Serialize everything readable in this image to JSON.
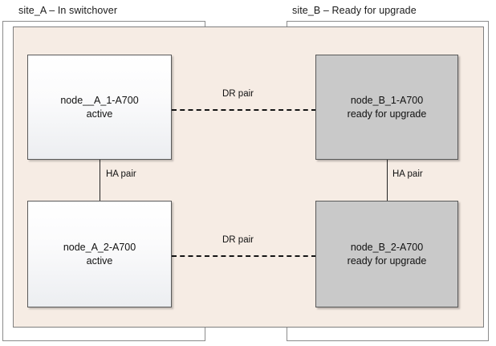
{
  "diagram": {
    "title_site_a": "site_A – In switchover",
    "title_site_b": "site_B – Ready for upgrade",
    "sites": [
      {
        "id": "site_A",
        "label": "site_A – In switchover",
        "nodes": [
          {
            "id": "node_a1",
            "name": "node__A_1-A700",
            "state": "active"
          },
          {
            "id": "node_a2",
            "name": "node_A_2-A700",
            "state": "active"
          }
        ],
        "ha_pair_label": "HA pair"
      },
      {
        "id": "site_B",
        "label": "site_B – Ready for upgrade",
        "nodes": [
          {
            "id": "node_b1",
            "name": "node_B_1-A700",
            "state": "ready for upgrade"
          },
          {
            "id": "node_b2",
            "name": "node_B_2-A700",
            "state": "ready for upgrade"
          }
        ],
        "ha_pair_label": "HA pair"
      }
    ],
    "dr_pairs": [
      {
        "label": "DR pair",
        "from": "node__A_1-A700",
        "to": "node_B_1-A700"
      },
      {
        "label": "DR pair",
        "from": "node_A_2-A700",
        "to": "node_B_2-A700"
      }
    ],
    "colors": {
      "site_background": "#f6ece4",
      "node_active_fill": "#fbfbfc",
      "node_ready_fill": "#c9c9c9",
      "border": "#595959",
      "connector": "#151515",
      "text": "#111111"
    }
  }
}
